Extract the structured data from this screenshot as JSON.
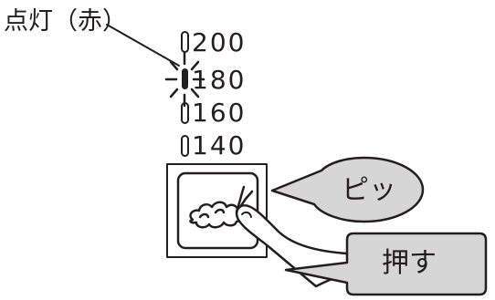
{
  "callout_lit": "点灯（赤）",
  "temperatures": [
    "200",
    "180",
    "160",
    "140"
  ],
  "lit_temperature": "180",
  "speech_beep": "ピッ",
  "speech_press": "押す",
  "icon_name": "tempura-shrimp-icon",
  "colors": {
    "line": "#231f20",
    "balloon_fill": "#d6d6d6",
    "background": "#ffffff"
  }
}
